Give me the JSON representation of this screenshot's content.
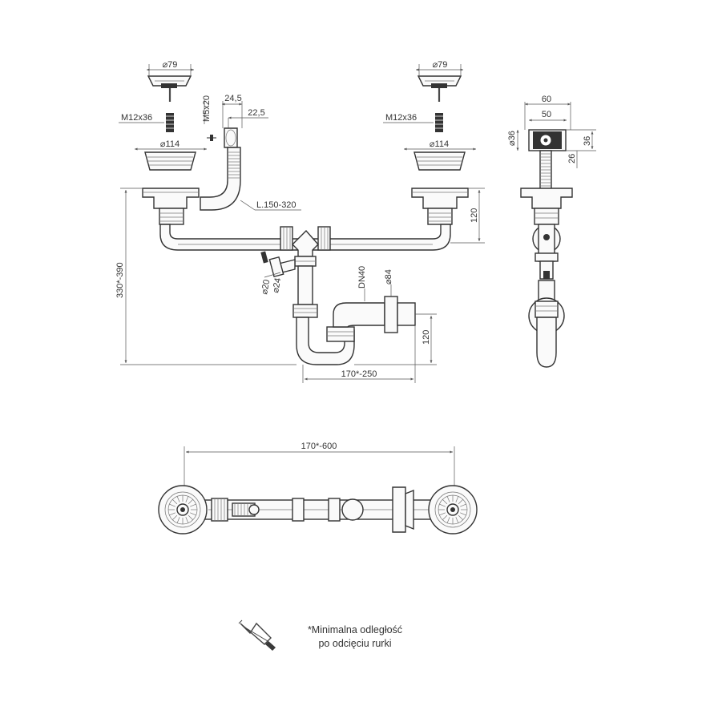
{
  "labels": {
    "strainer_dia_left": "⌀79",
    "strainer_dia_right": "⌀79",
    "bolt_left": "M12x36",
    "bolt_right": "M12x36",
    "flange_dia_left": "⌀114",
    "flange_dia_right": "⌀114",
    "overflow_screw": "M5x20",
    "dim_24_5": "24,5",
    "dim_22_5": "22,5",
    "hose_length": "L.150-320",
    "drop_left": "120",
    "total_height": "330*-390",
    "connector_20": "⌀20",
    "connector_24": "⌀24",
    "outlet_dn": "DN40",
    "outlet_dia": "⌀84",
    "trap_offset": "120",
    "trap_width": "170*-250",
    "side_60": "60",
    "side_50": "50",
    "side_dia36": "⌀36",
    "side_36": "36",
    "side_26": "26",
    "top_span": "170*-600"
  },
  "note": {
    "line1": "*Minimalna odległość",
    "line2": "po odcięciu rurki"
  },
  "icons": {
    "saw": "hacksaw-icon"
  }
}
